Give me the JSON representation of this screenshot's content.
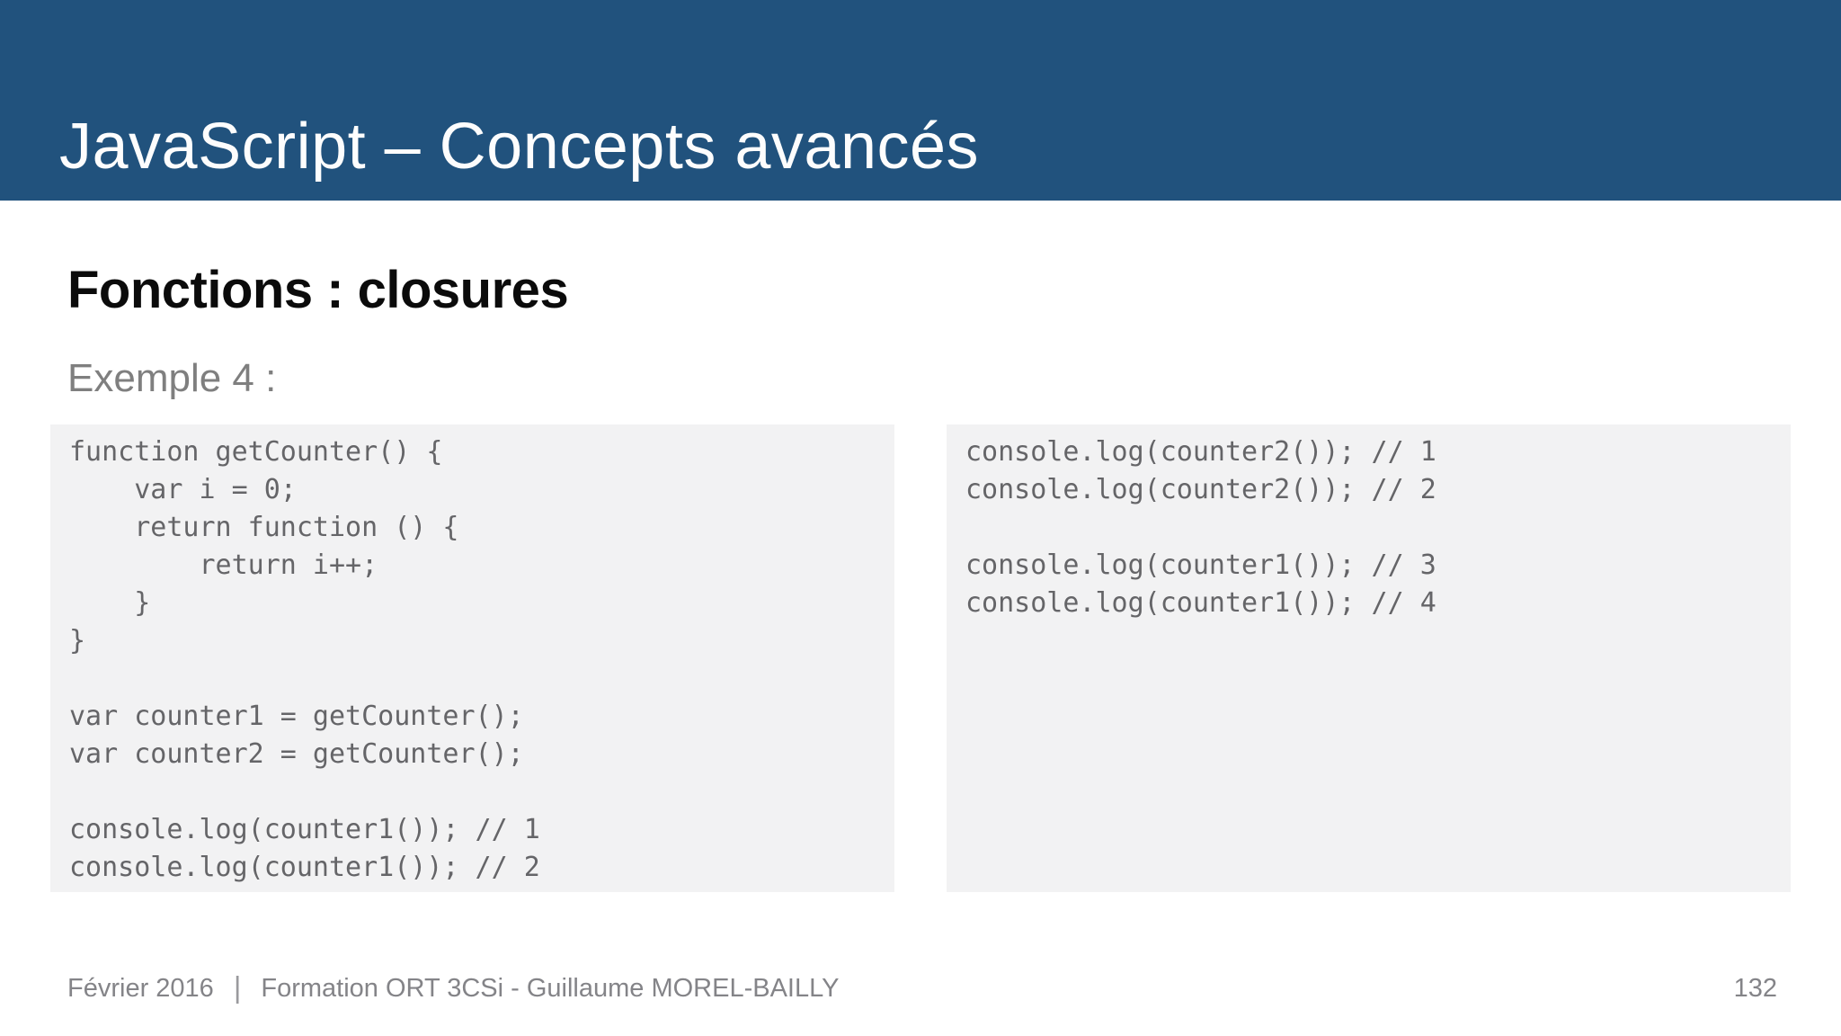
{
  "header": {
    "title": "JavaScript – Concepts avancés"
  },
  "section_title": "Fonctions : closures",
  "example_label": "Exemple 4 :",
  "code_left": "function getCounter() {\n    var i = 0;\n    return function () {\n        return i++;\n    }\n}\n\nvar counter1 = getCounter();\nvar counter2 = getCounter();\n\nconsole.log(counter1()); // 1\nconsole.log(counter1()); // 2",
  "code_right": "console.log(counter2()); // 1\nconsole.log(counter2()); // 2\n\nconsole.log(counter1()); // 3\nconsole.log(counter1()); // 4",
  "footer": {
    "date": "Février 2016",
    "separator": "|",
    "course": "Formation ORT 3CSi - Guillaume MOREL-BAILLY",
    "page_number": "132"
  },
  "colors": {
    "header_bg": "#21527D",
    "title_text": "#FDFDFD",
    "section_title_text": "#0B0B0B",
    "muted_text": "#7F7F7F",
    "code_bg": "#F2F2F3",
    "code_text": "#656568",
    "footer_text": "#848488"
  }
}
